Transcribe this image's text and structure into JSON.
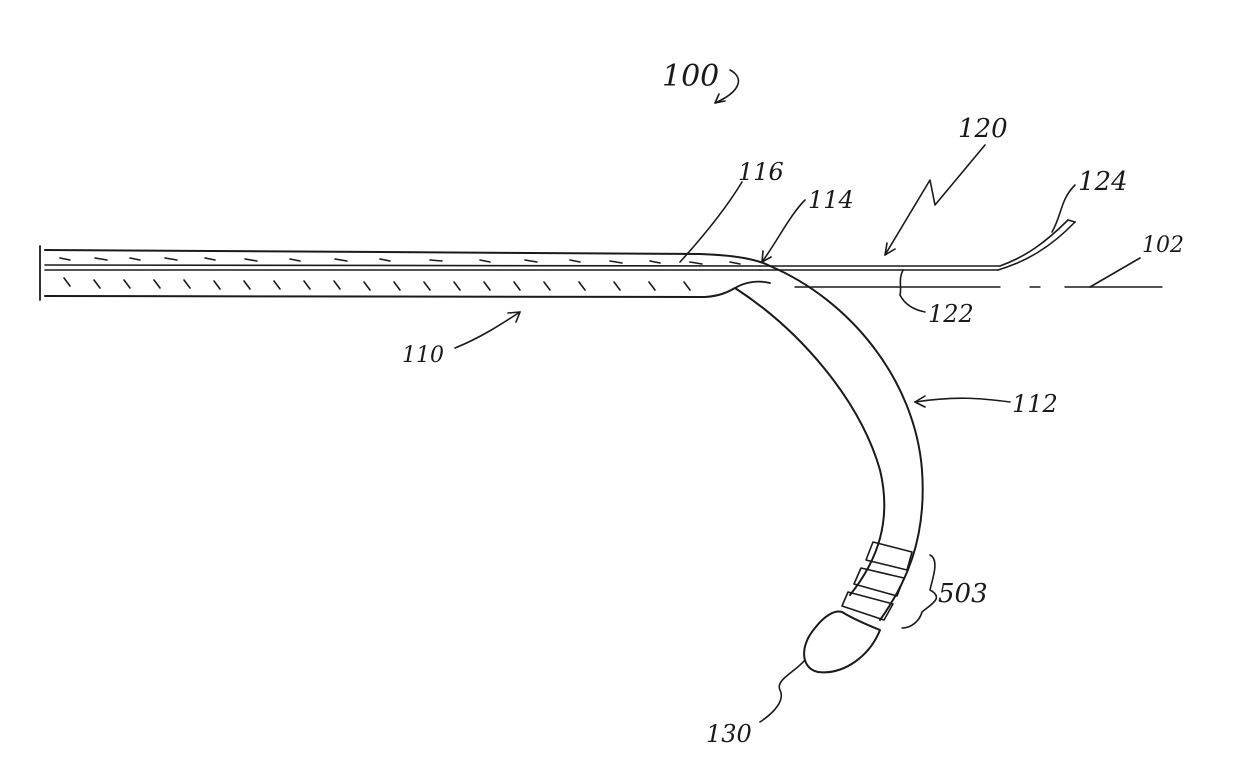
{
  "labels": {
    "assembly": "100",
    "axis": "102",
    "outer_tube": "110",
    "curved_section": "112",
    "transition": "114",
    "lumen": "116",
    "guidewire": "120",
    "gap": "122",
    "wire_tip": "124",
    "distal_tip": "130",
    "electrodes": "503"
  }
}
